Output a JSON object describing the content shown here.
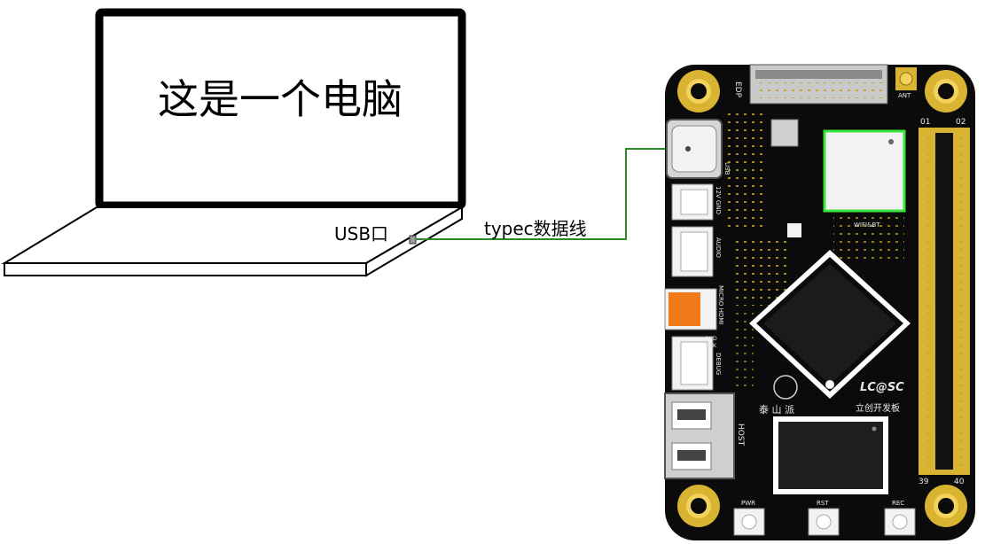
{
  "laptop": {
    "screen_text": "这是一个电脑",
    "port_label": "USB口"
  },
  "cable": {
    "label": "typec数据线",
    "color": "#2a8a2a"
  },
  "board": {
    "colors": {
      "pcb": "#0b0b0b",
      "gold": "#d9b332",
      "module_outline": "#39e639",
      "hdmi": "#f07a1a"
    },
    "silkscreen": {
      "edp": "EDP",
      "ant": "ANT",
      "usb": "USB",
      "power": "12V GND",
      "audio": "AUDIO",
      "hdmi": "MICRO HDMI",
      "gnd": "GND",
      "msk": "MSK",
      "debug": "DEBUG",
      "host": "HOST",
      "wifi": "WIFI&BT",
      "pin_1": "01",
      "pin_2": "02",
      "pin_39": "39",
      "pin_40": "40",
      "brand_cn": "泰 山 派",
      "lcsc": "LC@SC",
      "lcsc_cn": "立创开发板",
      "btn_pwr": "PWR",
      "btn_rst": "RST",
      "btn_rec": "REC"
    }
  }
}
